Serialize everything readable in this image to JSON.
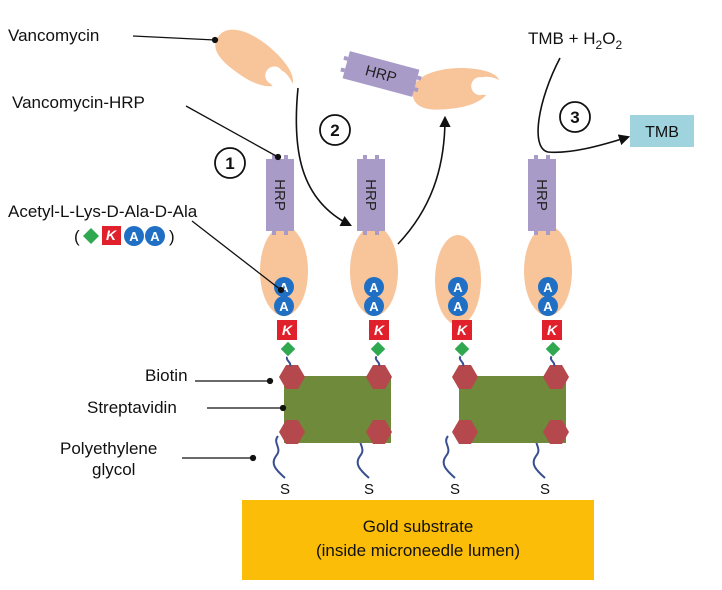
{
  "labels": {
    "vancomycin": "Vancomycin",
    "vancomycin_hrp": "Vancomycin-HRP",
    "peptide": "Acetyl-L-Lys-D-Ala-D-Ala",
    "biotin": "Biotin",
    "streptavidin": "Streptavidin",
    "peg_line1": "Polyethylene",
    "peg_line2": "glycol",
    "tmb_reagent": "TMB + H",
    "tmb_reagent_sub1": "2",
    "tmb_reagent_mid": "O",
    "tmb_reagent_sub2": "2",
    "tmb_product": "TMB",
    "gold_line1": "Gold substrate",
    "gold_line2": "(inside microneedle lumen)"
  },
  "legend": {
    "open_paren": "(",
    "close_paren": ")",
    "k": "K",
    "a": "A"
  },
  "hrp_label": "HRP",
  "residue_a": "A",
  "residue_k": "K",
  "thiol": "S",
  "steps": [
    "1",
    "2",
    "3"
  ],
  "colors": {
    "vancomycin": "#f8c49a",
    "hrp": "#a99bc7",
    "alanine": "#1f6fc4",
    "lysine": "#e0202a",
    "biotin": "#2fa84f",
    "streptavidin": "#6e8a3a",
    "hex": "#b5484c",
    "gold": "#fbbd08",
    "tmb_box": "#9fd3de",
    "peg": "#3a4f8f"
  }
}
